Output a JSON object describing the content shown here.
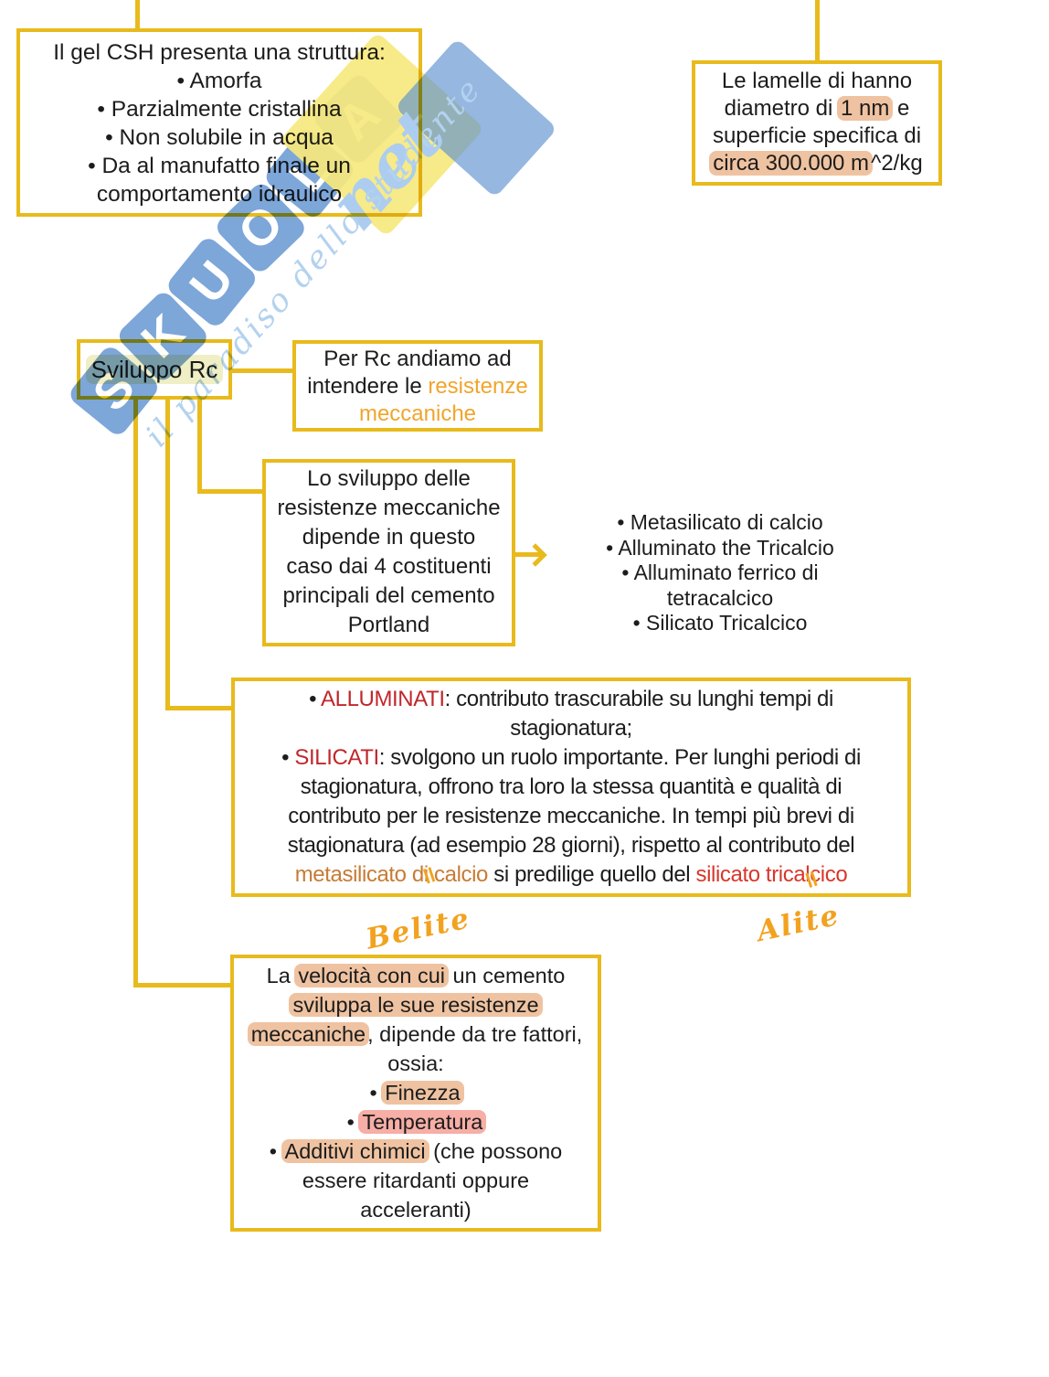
{
  "colors": {
    "border_gold": "#e8ba1c",
    "text_ink": "#1c1c1c",
    "accent_orange": "#f0a52c",
    "accent_brown_orange": "#c77b35",
    "accent_red": "#c0272b",
    "accent_bright_red": "#d8362a",
    "highlight_salmon": "#efc3a1",
    "highlight_pink": "#f6aea6",
    "highlight_pale_yellow": "#f0eec5",
    "watermark_blue": "#5c90d0",
    "watermark_light_blue": "#b3d2ef",
    "watermark_yellow": "#f6e87e"
  },
  "watermark": {
    "tiles": [
      "S",
      "K",
      "U",
      "O",
      "L",
      "A"
    ],
    "net_label": "net",
    "tagline": "il paradiso dello studente"
  },
  "boxes": {
    "csh": {
      "lines": [
        {
          "segs": [
            {
              "t": "Il gel CSH presenta una struttura:"
            }
          ]
        },
        {
          "segs": [
            {
              "t": "•  Amorfa"
            }
          ]
        },
        {
          "segs": [
            {
              "t": "•  Parzialmente cristallina"
            }
          ]
        },
        {
          "segs": [
            {
              "t": "•  Non solubile in acqua"
            }
          ]
        },
        {
          "segs": [
            {
              "t": "•  Da al manufatto finale un"
            }
          ]
        },
        {
          "segs": [
            {
              "t": "comportamento idraulico"
            }
          ]
        }
      ]
    },
    "lamelle": {
      "lines": [
        {
          "segs": [
            {
              "t": "Le lamelle di hanno"
            }
          ]
        },
        {
          "segs": [
            {
              "t": "diametro di "
            },
            {
              "t": "1 nm",
              "s": "hl"
            },
            {
              "t": " e"
            }
          ]
        },
        {
          "segs": [
            {
              "t": "superficie specifica di"
            }
          ]
        },
        {
          "segs": [
            {
              "t": "circa 300.000 m",
              "s": "hl"
            },
            {
              "t": "^2/kg"
            }
          ]
        }
      ]
    },
    "sviluppo": {
      "lines": [
        {
          "segs": [
            {
              "t": "Sviluppo Rc",
              "s": "hly"
            }
          ]
        }
      ]
    },
    "perrc": {
      "lines": [
        {
          "segs": [
            {
              "t": "Per Rc andiamo ad"
            }
          ]
        },
        {
          "segs": [
            {
              "t": "intendere le "
            },
            {
              "t": "resistenze",
              "s": "orange"
            }
          ]
        },
        {
          "segs": [
            {
              "t": "meccaniche",
              "s": "orange"
            }
          ]
        }
      ]
    },
    "losviluppo": {
      "lines": [
        {
          "segs": [
            {
              "t": "Lo sviluppo delle"
            }
          ]
        },
        {
          "segs": [
            {
              "t": "resistenze meccaniche"
            }
          ]
        },
        {
          "segs": [
            {
              "t": "dipende in questo"
            }
          ]
        },
        {
          "segs": [
            {
              "t": "caso dai 4 costituenti"
            }
          ]
        },
        {
          "segs": [
            {
              "t": "principali del cemento"
            }
          ]
        },
        {
          "segs": [
            {
              "t": "Portland"
            }
          ]
        }
      ]
    },
    "costituenti": {
      "lines": [
        {
          "segs": [
            {
              "t": "•  Metasilicato di calcio"
            }
          ]
        },
        {
          "segs": [
            {
              "t": "•  Alluminato the Tricalcio"
            }
          ]
        },
        {
          "segs": [
            {
              "t": "•  Alluminato ferrico di"
            }
          ]
        },
        {
          "segs": [
            {
              "t": "tetracalcico"
            }
          ]
        },
        {
          "segs": [
            {
              "t": "•  Silicato Tricalcico"
            }
          ]
        }
      ]
    },
    "allsil": {
      "lines": [
        {
          "segs": [
            {
              "t": "•  "
            },
            {
              "t": "ALLUMINATI",
              "s": "red"
            },
            {
              "t": ": contributo trascurabile su lunghi tempi di"
            }
          ]
        },
        {
          "segs": [
            {
              "t": "stagionatura;"
            }
          ]
        },
        {
          "segs": [
            {
              "t": "•  "
            },
            {
              "t": "SILICATI",
              "s": "red"
            },
            {
              "t": ": svolgono un ruolo importante. Per lunghi periodi di"
            }
          ]
        },
        {
          "segs": [
            {
              "t": "stagionatura, offrono tra loro la stessa quantità e qualità di"
            }
          ]
        },
        {
          "segs": [
            {
              "t": "contributo per le resistenze meccaniche. In tempi più brevi di"
            }
          ]
        },
        {
          "segs": [
            {
              "t": "stagionatura (ad esempio 28 giorni), rispetto al contributo del"
            }
          ]
        },
        {
          "segs": [
            {
              "t": "metasilicato di calcio",
              "s": "bor"
            },
            {
              "t": " si predilige quello del "
            },
            {
              "t": "silicato tricalcico",
              "s": "bred"
            }
          ]
        }
      ]
    },
    "velocita": {
      "lines": [
        {
          "segs": [
            {
              "t": "La "
            },
            {
              "t": "velocità con cui",
              "s": "hl"
            },
            {
              "t": " un cemento"
            }
          ]
        },
        {
          "segs": [
            {
              "t": "sviluppa le sue resistenze",
              "s": "hl"
            }
          ]
        },
        {
          "segs": [
            {
              "t": "meccaniche",
              "s": "hl"
            },
            {
              "t": ", dipende da tre fattori,"
            }
          ]
        },
        {
          "segs": [
            {
              "t": "ossia:"
            }
          ]
        },
        {
          "segs": [
            {
              "t": "•  "
            },
            {
              "t": "Finezza",
              "s": "hl"
            }
          ]
        },
        {
          "segs": [
            {
              "t": "•  "
            },
            {
              "t": "Temperatura",
              "s": "hlp"
            }
          ]
        },
        {
          "segs": [
            {
              "t": "•  "
            },
            {
              "t": "Additivi chimici",
              "s": "hl"
            },
            {
              "t": " (che possono"
            }
          ]
        },
        {
          "segs": [
            {
              "t": "essere ritardanti oppure"
            }
          ]
        },
        {
          "segs": [
            {
              "t": "acceleranti)"
            }
          ]
        }
      ]
    }
  },
  "annotations": {
    "equals": "=",
    "belite": "Belite",
    "alite": "Alite"
  }
}
